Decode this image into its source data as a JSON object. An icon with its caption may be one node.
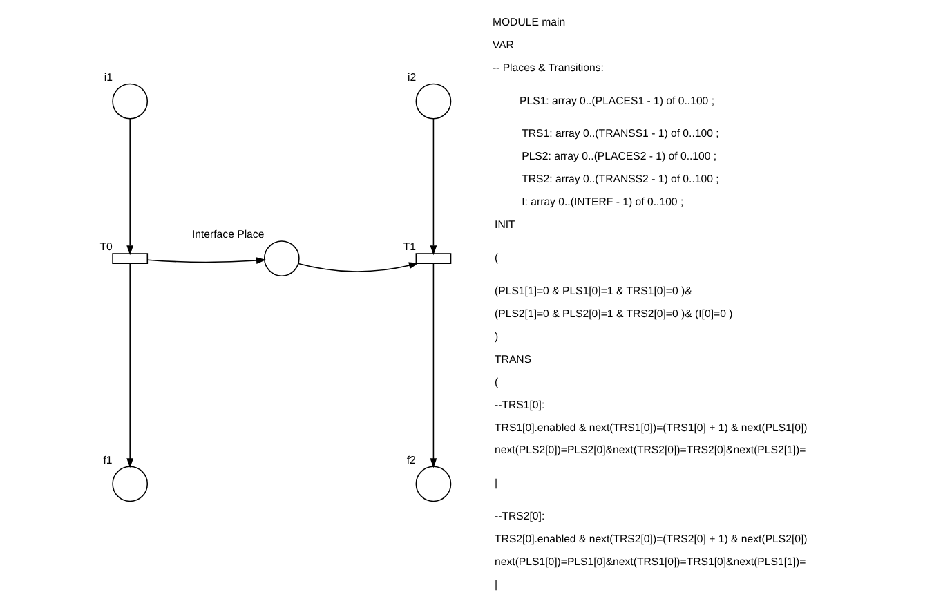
{
  "diagram": {
    "nodes": [
      {
        "text": [],
        "shape": "circle",
        "beside": [
          "i1"
        ]
      },
      {
        "text": [],
        "shape": "circle",
        "beside": [
          "i2"
        ]
      },
      {
        "text": [],
        "shape": "bar",
        "beside": [
          "T0"
        ]
      },
      {
        "text": [],
        "shape": "circle",
        "beside": [
          "Interface Place"
        ]
      },
      {
        "text": [],
        "shape": "bar",
        "beside": [
          "T1"
        ]
      },
      {
        "text": [],
        "shape": "circle",
        "beside": [
          "f1"
        ]
      },
      {
        "text": [],
        "shape": "circle",
        "beside": [
          "f2"
        ]
      }
    ],
    "edges": [
      {
        "from": 0,
        "to": 2,
        "arrow": "to"
      },
      {
        "from": 2,
        "to": 3,
        "arrow": "to"
      },
      {
        "from": 3,
        "to": 4,
        "arrow": "to"
      },
      {
        "from": 1,
        "to": 4,
        "arrow": "to"
      },
      {
        "from": 2,
        "to": 5,
        "arrow": "to"
      },
      {
        "from": 4,
        "to": 6,
        "arrow": "to"
      }
    ],
    "labels": [
      "MODULE main",
      "VAR",
      "-- Places & Transitions:",
      "PLS1: array 0..(PLACES1 - 1) of 0..100 ;",
      "TRS1: array 0..(TRANSS1 - 1) of 0..100 ;",
      "PLS2: array 0..(PLACES2 - 1) of 0..100 ;",
      "TRS2: array 0..(TRANSS2 - 1) of 0..100 ;",
      "I: array 0..(INTERF - 1) of 0..100 ;",
      "INIT",
      "(",
      "(PLS1[1]=0 & PLS1[0]=1 & TRS1[0]=0 )&",
      "(PLS2[1]=0 & PLS2[0]=1 & TRS2[0]=0 )& (I[0]=0 )",
      ")",
      "TRANS",
      "(",
      "--TRS1[0]:",
      "TRS1[0].enabled & next(TRS1[0])=(TRS1[0] + 1) & next(PLS1[0])",
      "next(PLS2[0])=PLS2[0]&next(TRS2[0])=TRS2[0]&next(PLS2[1])=",
      "|",
      "--TRS2[0]:",
      "TRS2[0].enabled & next(TRS2[0])=(TRS2[0] + 1) & next(PLS2[0])",
      "next(PLS1[0])=PLS1[0]&next(TRS1[0])=TRS1[0]&next(PLS1[1])=",
      "|"
    ]
  }
}
